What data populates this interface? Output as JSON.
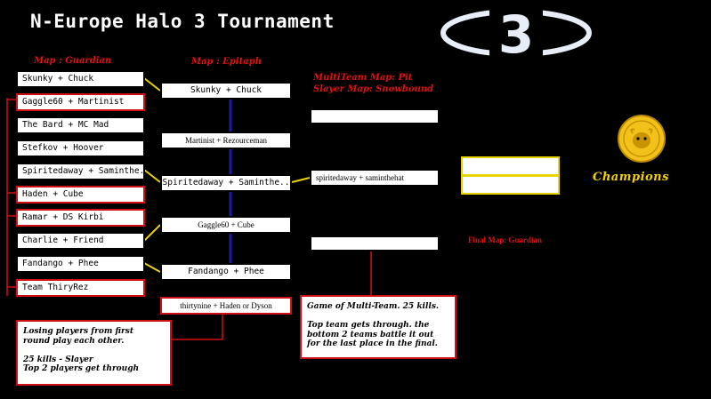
{
  "title": "N-Europe Halo 3 Tournament",
  "logo_number": "3",
  "round1": {
    "map_label": "Map : Guardian",
    "slots": [
      "Skunky + Chuck",
      "Gaggle60 + Martinist",
      "The Bard + MC Mad",
      "Stefkov + Hoover",
      "Spiritedaway + Saminthe..",
      "Haden + Cube",
      "Ramar + DS Kirbi",
      "Charlie + Friend",
      "Fandango + Phee",
      "Team ThiryRez"
    ]
  },
  "round2": {
    "map_label": "Map : Epitaph",
    "slots": [
      "Skunky + Chuck",
      "Martinist + Rezourceman",
      "Spiritedaway + Saminthe..",
      "Gaggle60 + Cube",
      "Fandango + Phee",
      "thirtynine + Haden or Dyson"
    ]
  },
  "round3": {
    "map_label_1": "MultiTeam Map: Pit",
    "map_label_2": "Slayer Map: Snowbound",
    "slots": [
      "",
      "spiritedaway + saminthehat",
      ""
    ]
  },
  "final": {
    "map_label": "Final Map: Guardian",
    "slots": [
      "",
      ""
    ]
  },
  "champions": {
    "label": "Champions"
  },
  "note_losers": {
    "line1": "Losing players from first",
    "line2": "round play each other.",
    "line3": "25 kills - Slayer",
    "line4": "Top 2 players get through"
  },
  "note_multiteam": {
    "line1": "Game of Multi-Team. 25 kills.",
    "line2": "Top team gets through. the",
    "line3": "bottom 2 teams battle it out",
    "line4": "for the last place in the final."
  },
  "colors": {
    "accent_red": "#d01010",
    "accent_yellow": "#e8d400",
    "navy": "#1a1aa8",
    "coin": "#f3c21a"
  }
}
